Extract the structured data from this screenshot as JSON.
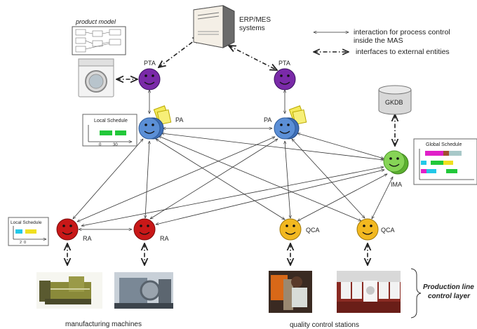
{
  "erp": {
    "label_line1": "ERP/MES",
    "label_line2": "systems"
  },
  "legend": {
    "interaction": "interaction for process control",
    "interaction_line2": "inside the MAS",
    "external": "interfaces to external entities"
  },
  "product_model": {
    "label": "product model"
  },
  "agents": {
    "pta_left": "PTA",
    "pta_right": "PTA",
    "pa_left": "PA",
    "pa_right": "PA",
    "ima": "IMA",
    "ra_left": "RA",
    "ra_right": "RA",
    "qca_left": "QCA",
    "qca_right": "QCA"
  },
  "gkdb": {
    "label": "GKDB"
  },
  "local_schedule_pa": {
    "title": "Local Schedule",
    "tick1": "0",
    "tick2": "30"
  },
  "local_schedule_ra": {
    "title": "Local Schedule",
    "tick1": "2",
    "tick2": "0"
  },
  "global_schedule": {
    "title": "Global Schedule"
  },
  "captions": {
    "machines": "manufacturing machines",
    "quality": "quality control stations",
    "layer_line1": "Production line",
    "layer_line2": "control layer"
  },
  "colors": {
    "pta": "#7a2aa8",
    "pa": "#5b8fd6",
    "ima": "#7fcf4a",
    "ra": "#c81818",
    "qca": "#f2b820"
  }
}
